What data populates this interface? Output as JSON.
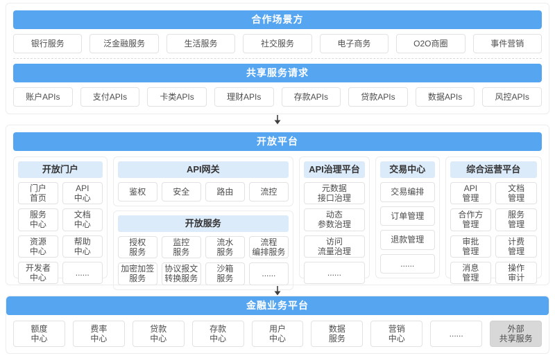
{
  "colors": {
    "bar_blue": "#55a5f0",
    "subheader_blue": "#dcebfa",
    "box_border": "#e2e2e2",
    "card_border": "#ececec",
    "box_text": "#4d4d4d",
    "gray_box_bg": "#d8d8d8",
    "arrow": "#3f3f3f"
  },
  "top_card": {
    "scenario": {
      "title": "合作场景方",
      "items": [
        "银行服务",
        "泛金融服务",
        "生活服务",
        "社交服务",
        "电子商务",
        "O2O商圈",
        "事件营销"
      ]
    },
    "requests": {
      "title": "共享服务请求",
      "items": [
        "账户APIs",
        "支付APIs",
        "卡类APIs",
        "理财APIs",
        "存款APIs",
        "贷款APIs",
        "数据APIs",
        "风控APIs"
      ]
    }
  },
  "platform_card": {
    "title": "开放平台",
    "portal": {
      "title": "开放门户",
      "items": [
        "门户\n首页",
        "API\n中心",
        "服务\n中心",
        "文档\n中心",
        "资源\n中心",
        "帮助\n中心",
        "开发者\n中心",
        "......"
      ]
    },
    "gateway": {
      "title": "API网关",
      "items": [
        "鉴权",
        "安全",
        "路由",
        "流控"
      ]
    },
    "open_service": {
      "title": "开放服务",
      "items": [
        "授权\n服务",
        "监控\n服务",
        "流水\n服务",
        "流程\n编排服务",
        "加密加签\n服务",
        "协议报文\n转换服务",
        "沙箱\n服务",
        "......"
      ]
    },
    "governance": {
      "title": "API治理平台",
      "items": [
        "元数据\n接口治理",
        "动态\n参数治理",
        "访问\n流量治理",
        "......"
      ]
    },
    "trade": {
      "title": "交易中心",
      "items": [
        "交易编排",
        "订单管理",
        "退款管理",
        "......"
      ]
    },
    "operation": {
      "title": "综合运营平台",
      "items": [
        "API\n管理",
        "文档\n管理",
        "合作方\n管理",
        "服务\n管理",
        "审批\n管理",
        "计费\n管理",
        "消息\n管理",
        "操作\n审计"
      ]
    }
  },
  "business_card": {
    "title": "金融业务平台",
    "items": [
      "额度\n中心",
      "费率\n中心",
      "贷款\n中心",
      "存款\n中心",
      "用户\n中心",
      "数据\n服务",
      "营销\n中心",
      "......"
    ],
    "external_item": "外部\n共享服务"
  }
}
